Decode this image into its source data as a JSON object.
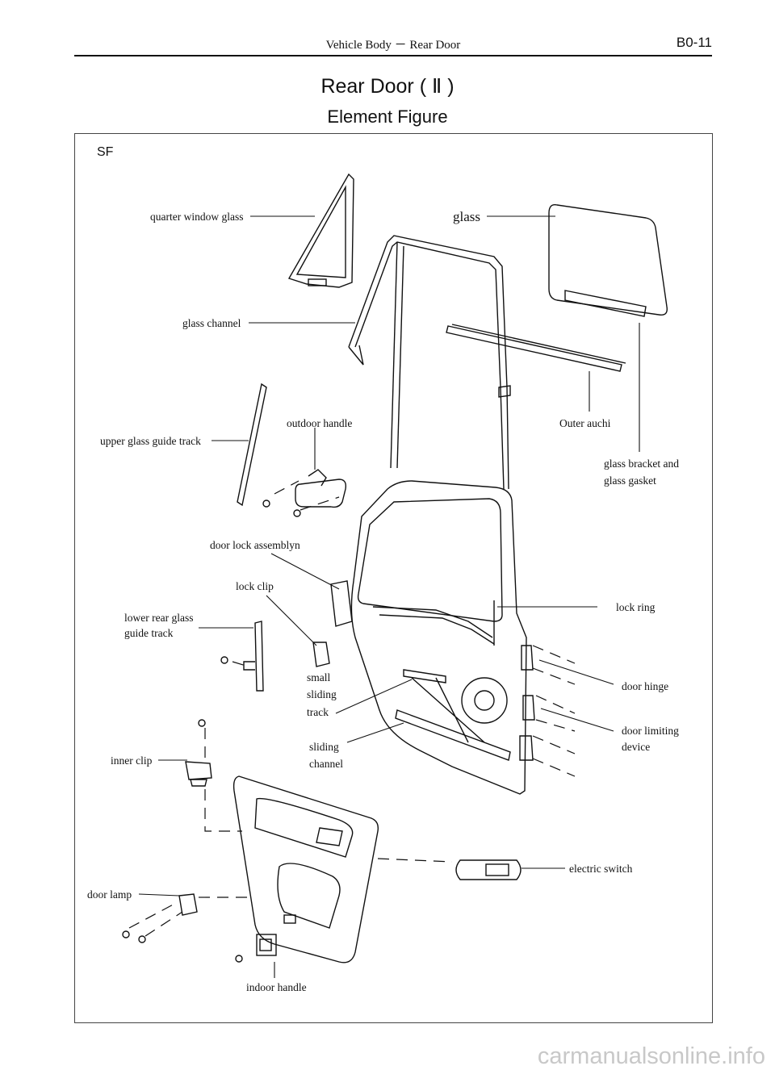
{
  "header": {
    "section": "Vehicle Body  －  Rear Door",
    "page_code": "B0-11"
  },
  "title": "Rear Door ( Ⅱ )",
  "subtitle": "Element Figure",
  "figure": {
    "tag": "SF",
    "labels": {
      "quarter_window_glass": "quarter window glass",
      "glass": "glass",
      "glass_channel": "glass channel",
      "outdoor_handle": "outdoor handle",
      "outer_auchi": "Outer auchi",
      "upper_glass_guide_track": "upper glass guide track",
      "glass_bracket_1": "glass bracket and",
      "glass_bracket_2": "glass gasket",
      "door_lock_assembly": "door lock assemblyn",
      "lock_clip": "lock clip",
      "lock_ring": "lock ring",
      "lower_track_1": "lower rear glass",
      "lower_track_2": "guide track",
      "small_1": "small",
      "small_2": "sliding",
      "small_3": "track",
      "door_hinge": "door hinge",
      "door_limiting_1": "door limiting",
      "door_limiting_2": "device",
      "sliding_1": "sliding",
      "sliding_2": "channel",
      "inner_clip": "inner clip",
      "electric_switch": "electric switch",
      "door_lamp": "door lamp",
      "indoor_handle": "indoor handle"
    }
  },
  "watermark": "carmanualsonline.info"
}
